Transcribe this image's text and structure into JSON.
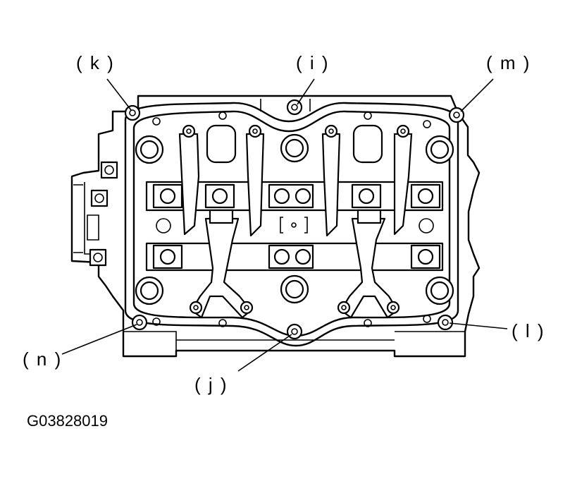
{
  "figure_id": "G03828019",
  "callouts": {
    "k": "( k )",
    "i": "( i )",
    "m": "( m )",
    "n": "( n )",
    "j": "( j )",
    "l": "( l )"
  },
  "colors": {
    "ink": "#000000",
    "paper": "#ffffff"
  }
}
